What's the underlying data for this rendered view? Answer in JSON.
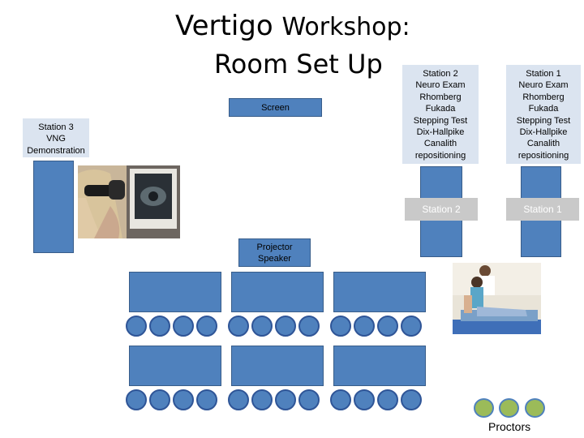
{
  "title": {
    "line1_a": "Vertigo ",
    "line1_b": "Workshop:",
    "line2": "Room Set Up"
  },
  "screen": {
    "label": "Screen"
  },
  "station3": {
    "lines": [
      "Station 3",
      "VNG",
      "Demonstration"
    ]
  },
  "station2_card": {
    "lines": [
      "Station 2",
      "Neuro Exam",
      "Rhomberg",
      "Fukada",
      "Stepping Test",
      "Dix-Hallpike",
      "Canalith",
      "repositioning"
    ]
  },
  "station1_card": {
    "lines": [
      "Station 1",
      "Neuro Exam",
      "Rhomberg",
      "Fukada",
      "Stepping Test",
      "Dix-Hallpike",
      "Canalith",
      "repositioning"
    ]
  },
  "station2_table": {
    "label": "Station 2"
  },
  "station1_table": {
    "label": "Station 1"
  },
  "projector": {
    "lines": [
      "Projector",
      "Speaker"
    ]
  },
  "proctors": {
    "label": "Proctors"
  },
  "colors": {
    "table_blue": "#4f81bd",
    "card_bg": "#dbe4f0",
    "proctor_green": "#9bbb59",
    "border_dark": "#2f5597"
  }
}
